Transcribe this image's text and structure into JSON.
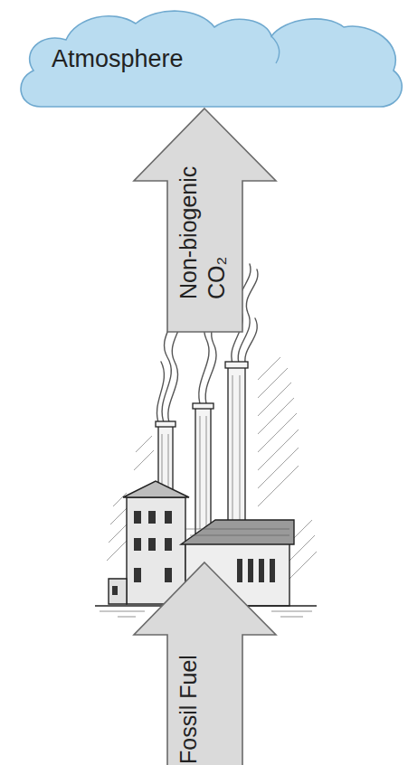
{
  "diagram": {
    "nodes": [
      {
        "text": [
          "Atmosphere"
        ]
      },
      {
        "text": [
          "Non-biogenic CO₂"
        ]
      },
      {
        "text": [
          "Fossil Fuel"
        ]
      }
    ]
  }
}
